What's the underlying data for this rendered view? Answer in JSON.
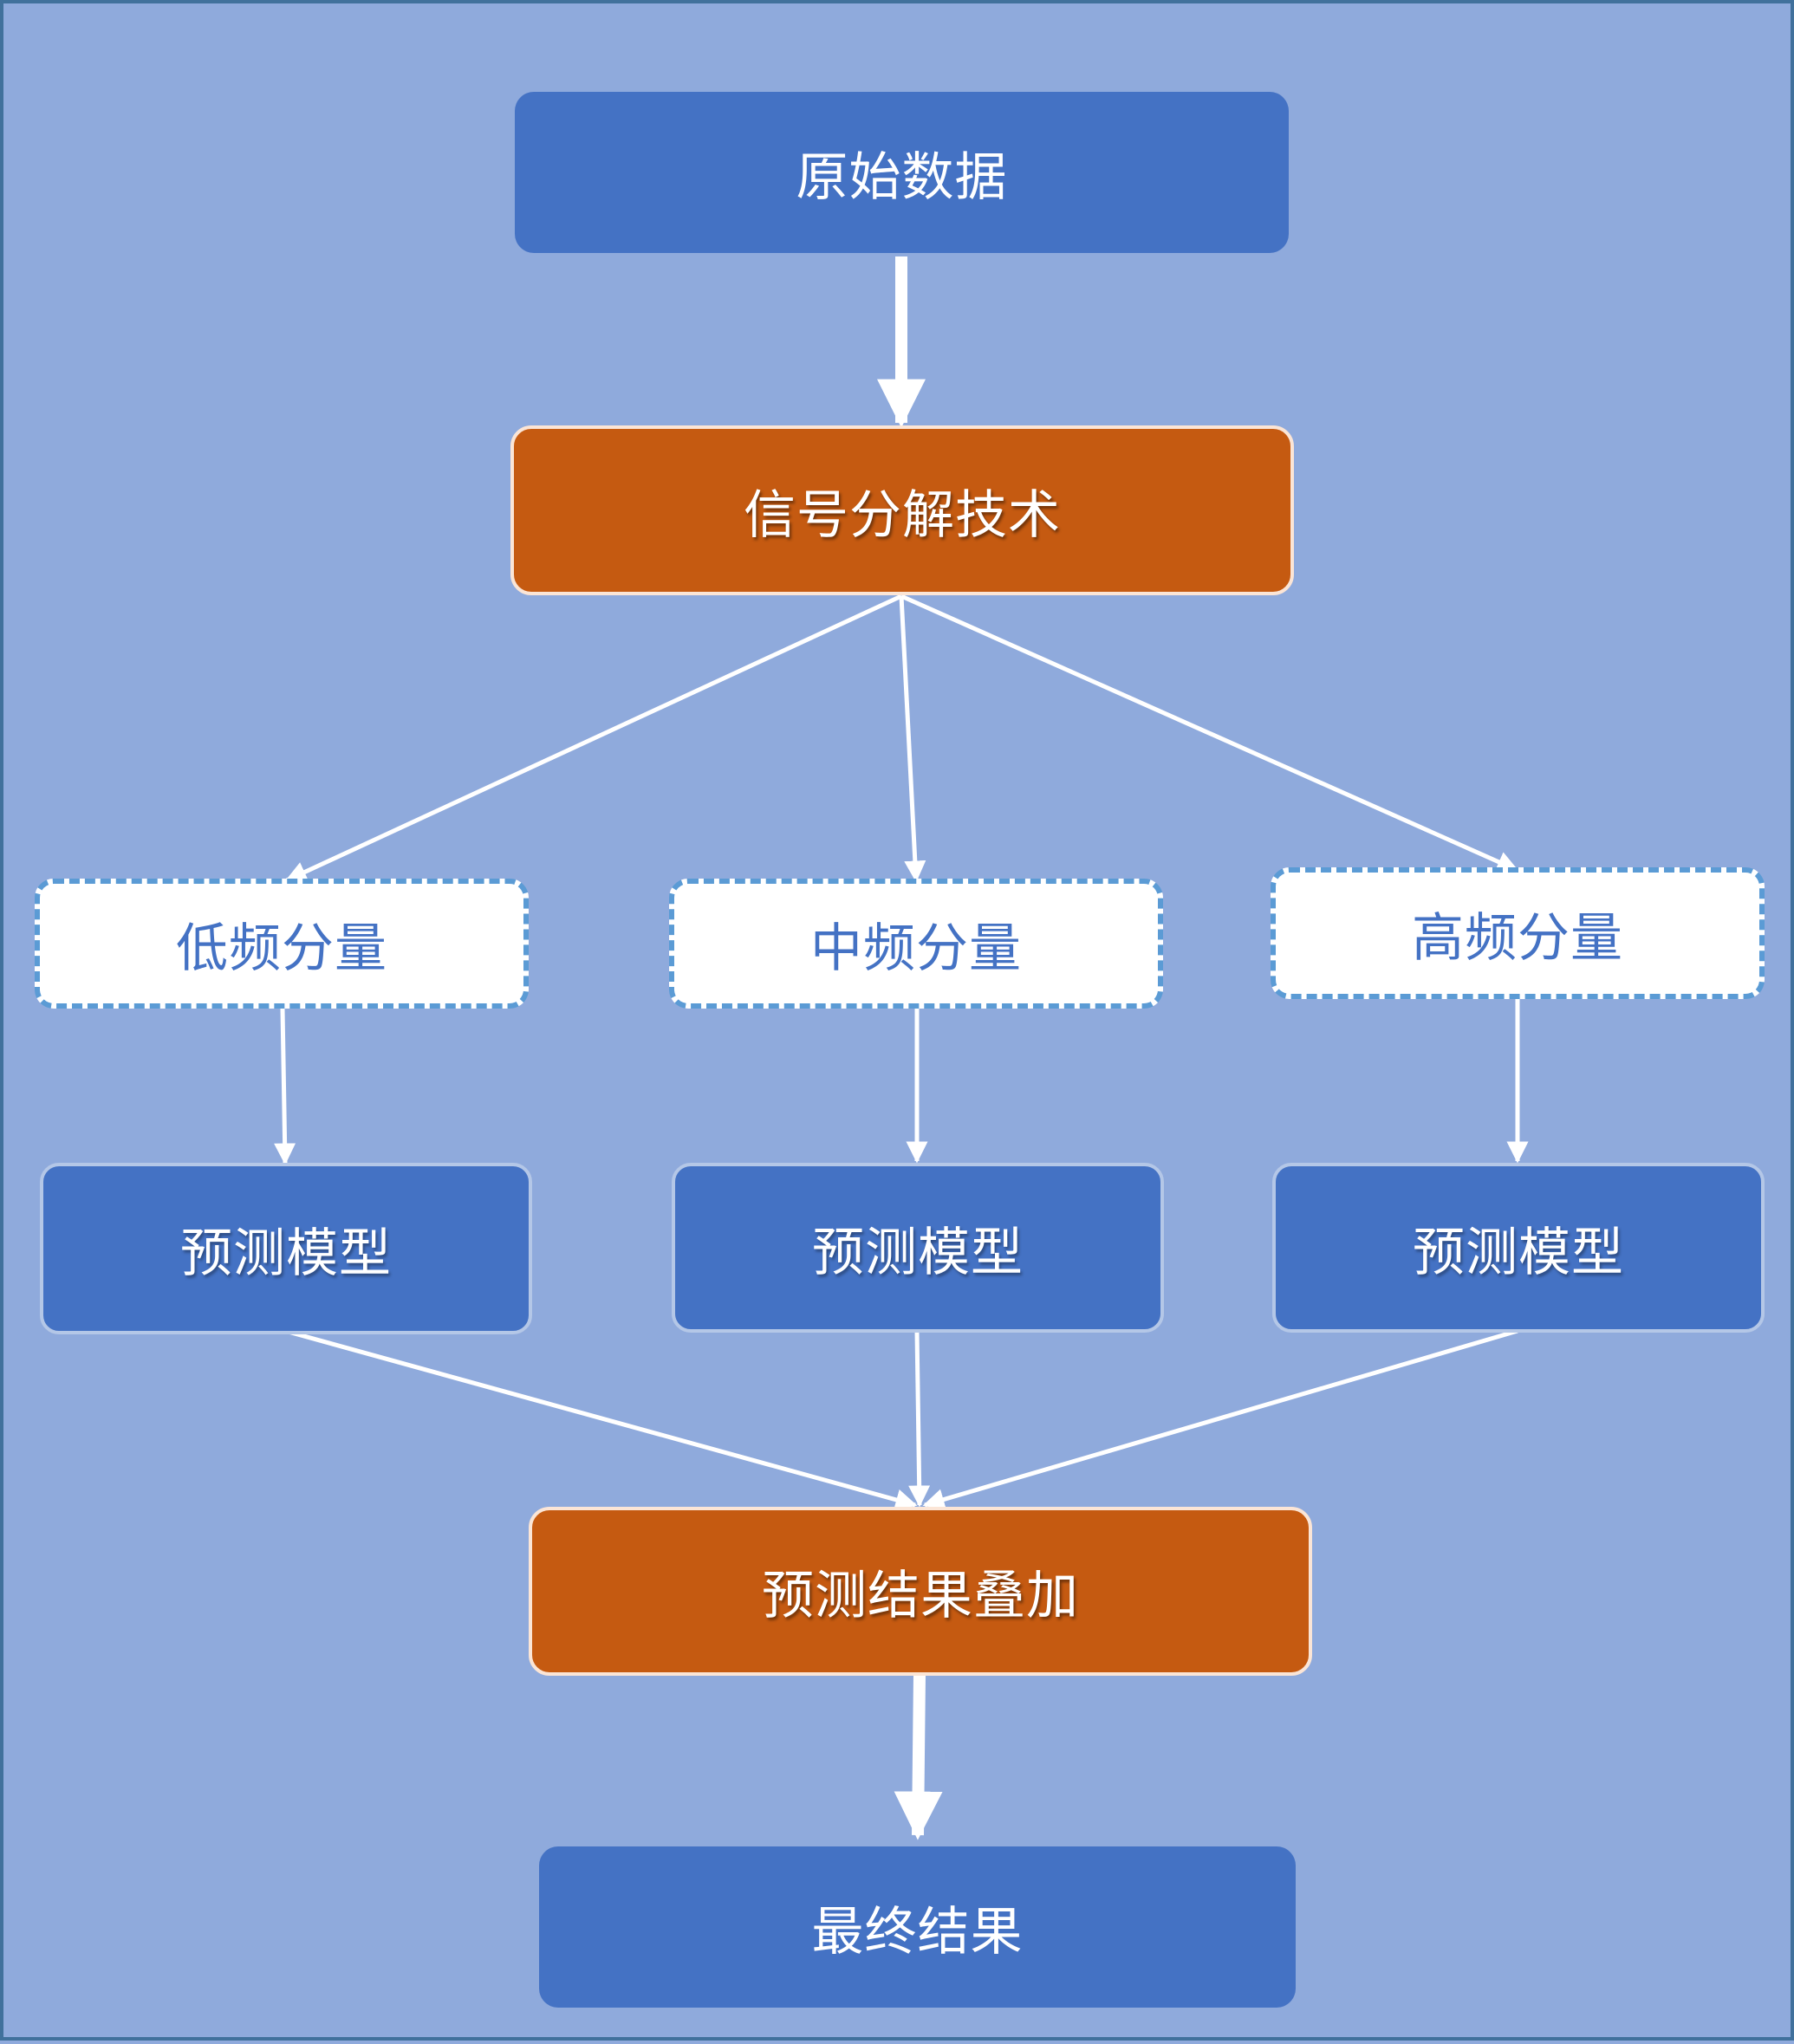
{
  "diagram": {
    "source": "原始数据",
    "decomposition": "信号分解技术",
    "components": [
      {
        "label": "低频分量",
        "model": "预测模型"
      },
      {
        "label": "中频分量",
        "model": "预测模型"
      },
      {
        "label": "高频分量",
        "model": "预测模型"
      }
    ],
    "aggregation": "预测结果叠加",
    "result": "最终结果"
  },
  "colors": {
    "background": "#8faadc",
    "frame_border": "#41719c",
    "blue_node": "#4472c4",
    "orange_node": "#c55a11",
    "dashed_border": "#5b9bd5",
    "arrow": "#ffffff"
  }
}
